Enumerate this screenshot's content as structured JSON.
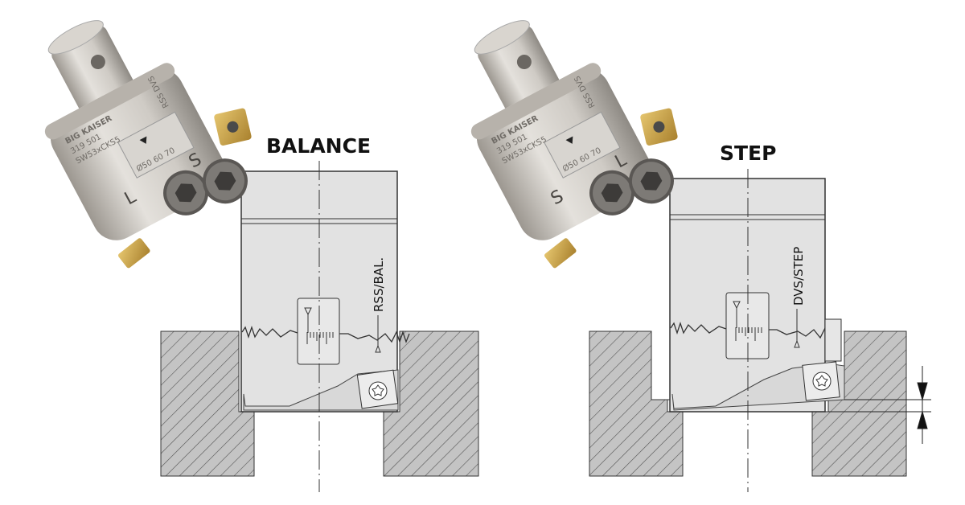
{
  "panels": [
    {
      "title": "BALANCE",
      "callout": "RSS/BAL.",
      "tool_markings": {
        "brand": "BIG KAISER",
        "code": "319 501",
        "model": "SW53xCKS5",
        "scale": "Ø50 60 70",
        "setting": "RSS DVS",
        "insert_letters": [
          "L",
          "S"
        ]
      }
    },
    {
      "title": "STEP",
      "callout": "DVS/STEP",
      "tool_markings": {
        "brand": "BIG KAISER",
        "code": "319 501",
        "model": "SW53xCKS5",
        "scale": "Ø50 60 70",
        "setting": "RSS DVS",
        "insert_letters": [
          "S",
          "L"
        ]
      }
    }
  ],
  "colors": {
    "tool_body": "#e2e2e2",
    "hatch_fill": "#bdbdbd",
    "insert_gold": "#c9a24a",
    "line": "#222222"
  }
}
